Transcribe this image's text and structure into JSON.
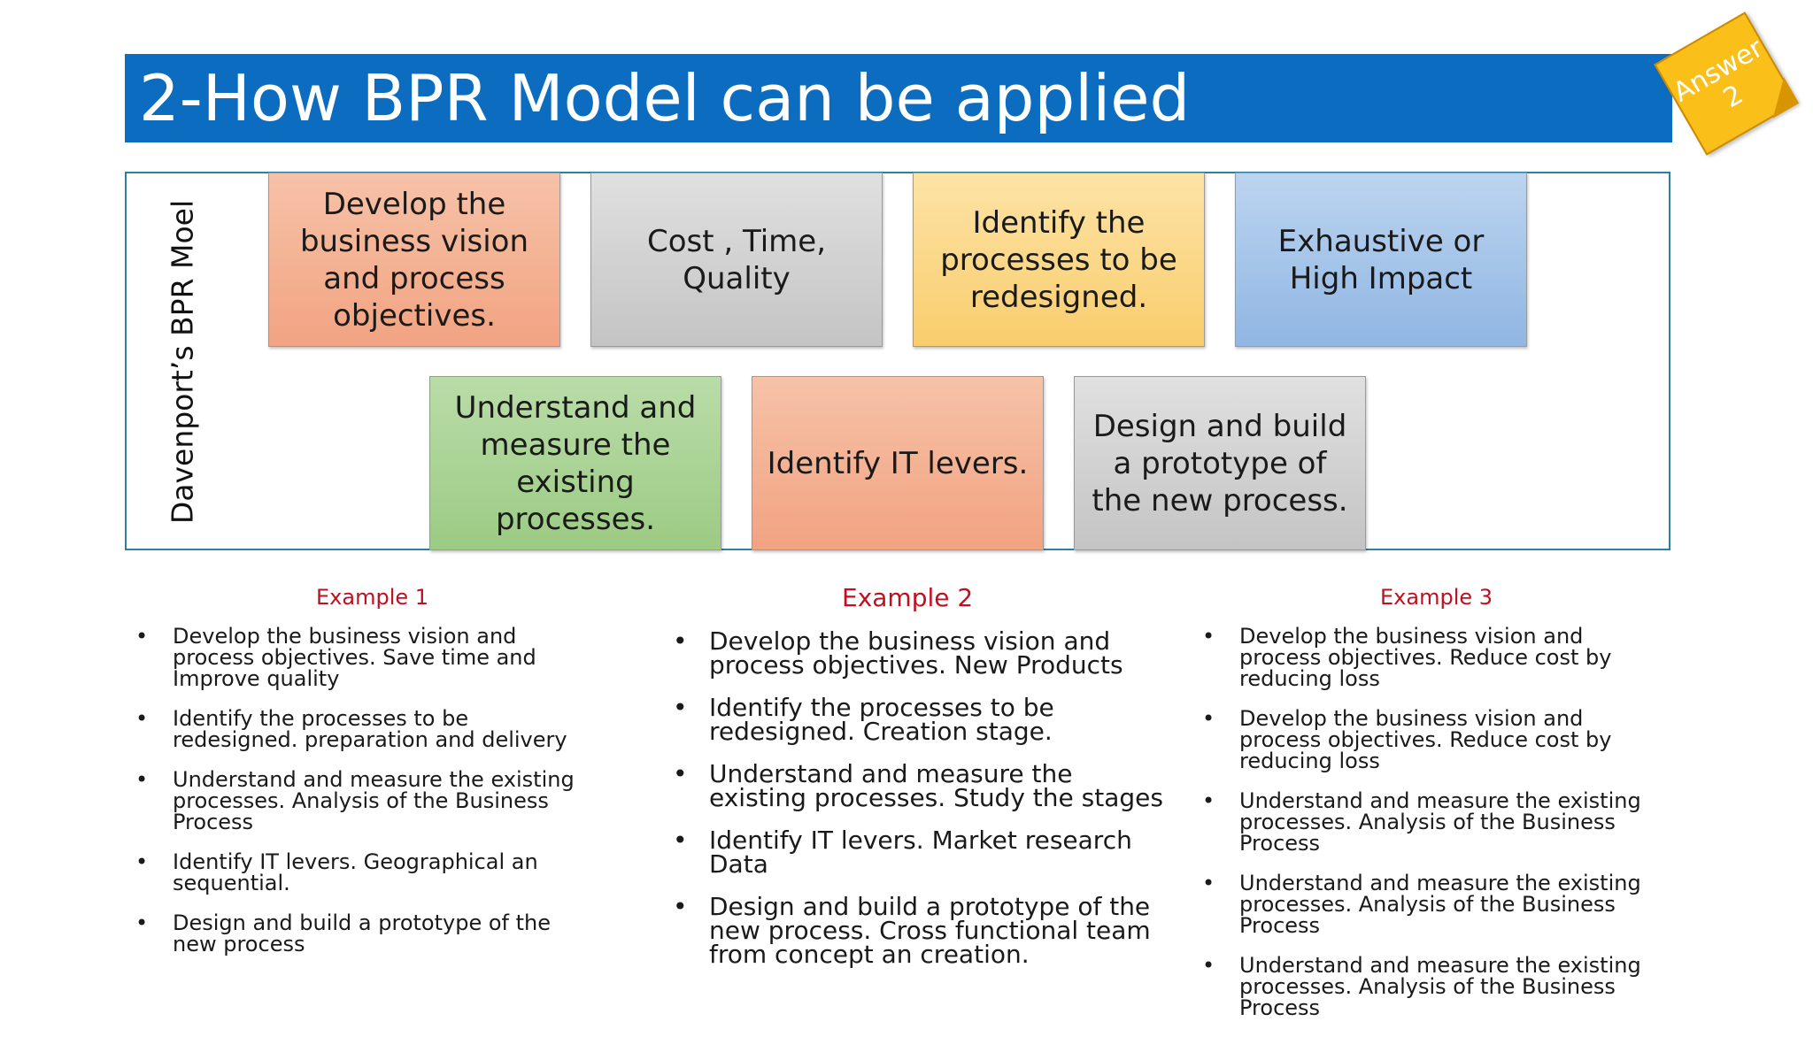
{
  "title": "2-How BPR Model can be applied",
  "badge": {
    "line1": "Answer",
    "line2": "2"
  },
  "model": {
    "side_label": "Davenport’s BPR Moel",
    "steps": [
      "Develop the business vision and process objectives.",
      "Cost , Time, Quality",
      "Identify the processes to be redesigned.",
      "Exhaustive or High Impact",
      "Understand and measure the existing processes.",
      "Identify IT levers.",
      "Design and build a prototype of the new process."
    ]
  },
  "examples": [
    {
      "heading": "Example 1",
      "items": [
        "Develop the business vision and process objectives. Save time and Improve quality",
        "Identify the processes to be redesigned. preparation and delivery",
        "Understand and measure the existing processes. Analysis of the Business Process",
        "Identify IT levers. Geographical an sequential.",
        "Design and build a prototype of the new process"
      ]
    },
    {
      "heading": "Example 2",
      "items": [
        "Develop the business vision and process objectives. New Products",
        "Identify the processes to be redesigned. Creation stage.",
        "Understand and measure the existing processes. Study the stages",
        "Identify IT levers. Market research Data",
        "Design and build a prototype of the new process. Cross functional team from concept an creation."
      ]
    },
    {
      "heading": "Example 3",
      "items": [
        "Develop the business vision and process objectives. Reduce cost by reducing loss",
        "Develop the business vision and process objectives. Reduce cost by reducing loss",
        "Understand and measure the existing processes. Analysis of the Business Process",
        "Understand and measure the existing processes. Analysis of the Business Process",
        "Understand and measure the existing processes. Analysis of the Business Process"
      ]
    }
  ],
  "bullet": "•"
}
